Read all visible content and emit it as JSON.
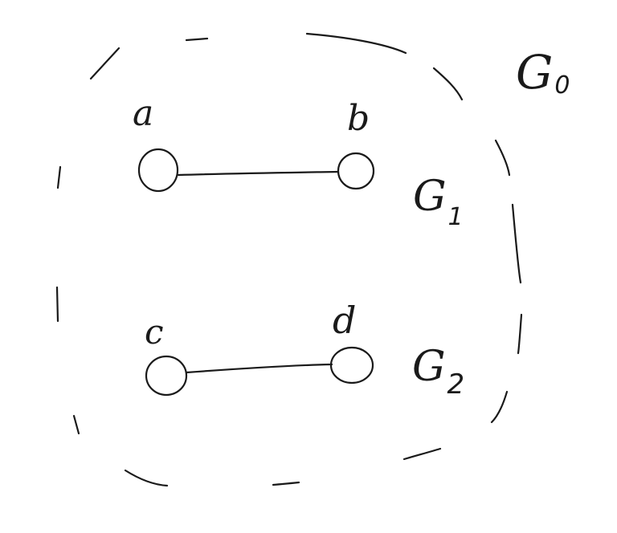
{
  "graph_label": {
    "letter": "G",
    "index": "0"
  },
  "subgraphs": [
    {
      "label": {
        "letter": "G",
        "index": "1"
      },
      "nodes": [
        "a",
        "b"
      ]
    },
    {
      "label": {
        "letter": "G",
        "index": "2"
      },
      "nodes": [
        "c",
        "d"
      ]
    }
  ],
  "node_labels": {
    "a": "a",
    "b": "b",
    "c": "c",
    "d": "d"
  },
  "ink_color": "#1a1a1a"
}
